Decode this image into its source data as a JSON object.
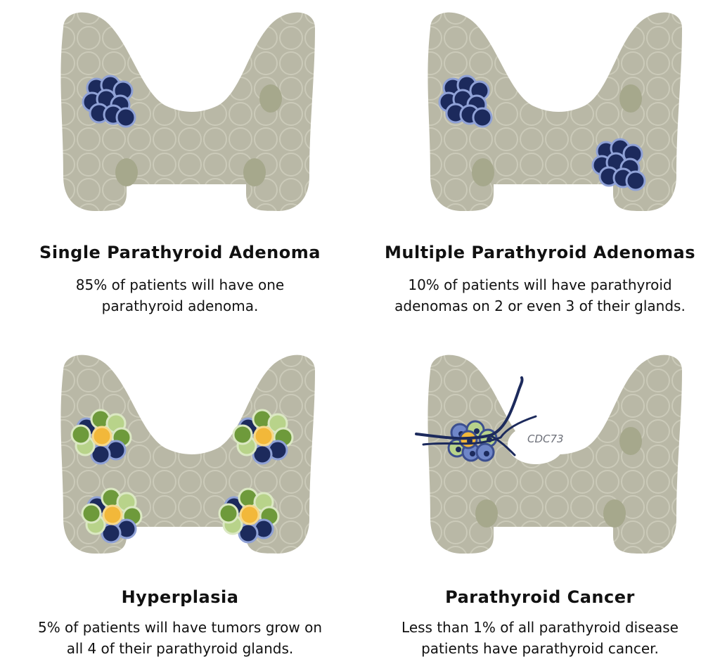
{
  "panels": [
    {
      "title": "Single Parathyroid Adenoma",
      "description": [
        "85% of patients will have one",
        "parathyroid adenoma."
      ]
    },
    {
      "title": "Multiple Parathyroid Adenomas",
      "description": [
        "10% of patients will have parathyroid",
        "adenomas on 2 or even 3 of their glands."
      ]
    },
    {
      "title": "Hyperplasia",
      "description": [
        "5% of patients will have tumors grow on",
        "all 4 of their parathyroid glands."
      ]
    },
    {
      "title": "Parathyroid Cancer",
      "description": [
        "Less than 1% of all parathyroid disease",
        "patients have parathyroid cancer."
      ],
      "gene_label": "CDC73"
    }
  ],
  "colors": {
    "gland_fill": "#b9b8a6",
    "gland_pattern": "#cac9b9",
    "normal_gland": "#a6a88c",
    "adenoma_cell": "#1c2a5c",
    "adenoma_ring": "#8fa1d6",
    "hyperplasia_green": "#6e9a3b",
    "hyperplasia_light_green": "#b8d38a",
    "hyperplasia_yellow": "#f2b83a",
    "cancer_cell": "#6f86c8",
    "vessel": "#1c2a5c",
    "text": "#111111"
  }
}
